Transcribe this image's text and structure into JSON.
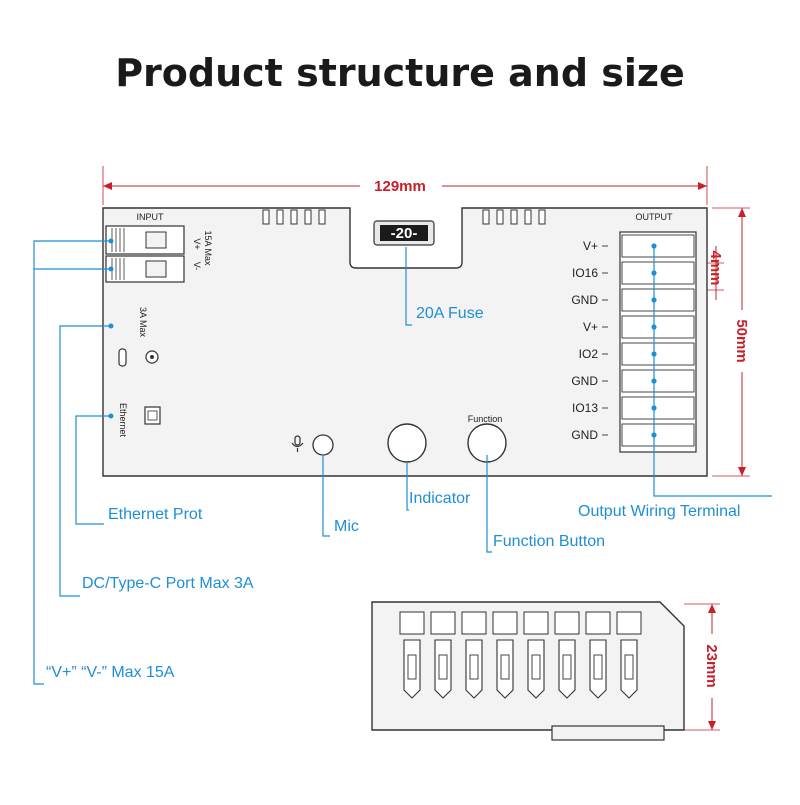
{
  "title": "Product structure and size",
  "dimensions": {
    "width": "129mm",
    "height": "50mm",
    "pitch": "4mm",
    "depth": "23mm"
  },
  "board": {
    "input_label": "INPUT",
    "output_label": "OUTPUT",
    "input_rating": "15A Max",
    "input_vplus": "V+",
    "input_vminus": "V-",
    "dc_rating": "3A Max",
    "ethernet_label": "Ethernet",
    "function_label": "Function",
    "display_value": "-20-",
    "output_pins": [
      "V+",
      "IO16",
      "GND",
      "V+",
      "IO2",
      "GND",
      "IO13",
      "GND"
    ]
  },
  "callouts": {
    "fuse": "20A Fuse",
    "ethernet": "Ethernet Prot",
    "mic": "Mic",
    "indicator": "Indicator",
    "function": "Function Button",
    "output": "Output Wiring Terminal",
    "dc": "DC/Type-C Port Max 3A",
    "vpower": "“V+” “V-” Max 15A"
  },
  "colors": {
    "callout": "#1e8fd6",
    "dimension": "#c8202a",
    "title": "#1a1a1a"
  }
}
